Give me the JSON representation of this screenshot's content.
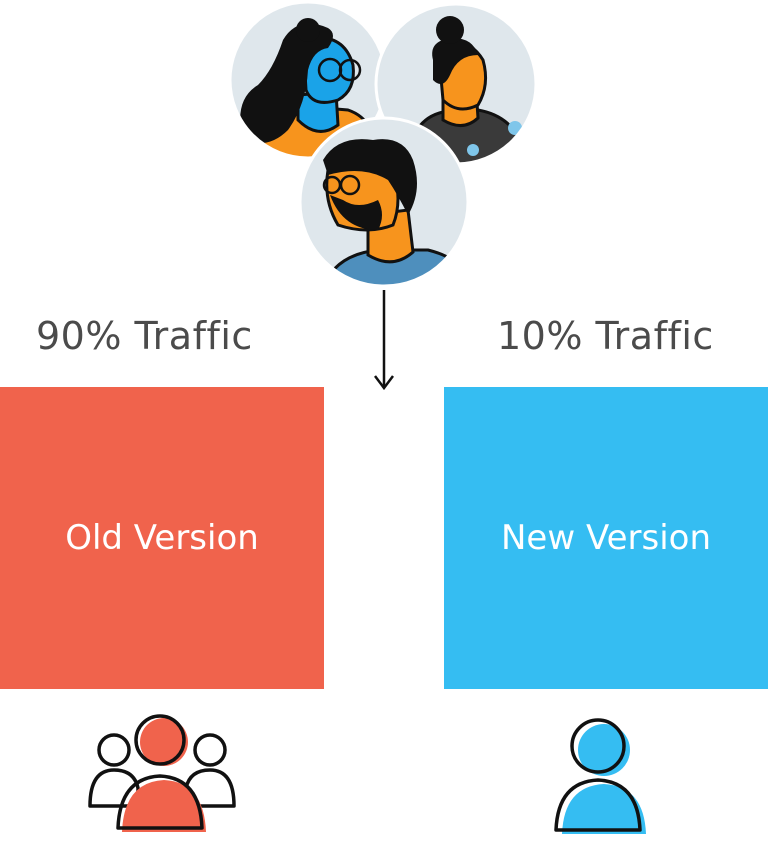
{
  "left": {
    "traffic_label": "90% Traffic",
    "box_label": "Old Version",
    "color": "#f0634c"
  },
  "right": {
    "traffic_label": "10% Traffic",
    "box_label": "New Version",
    "color": "#35bdf2"
  },
  "colors": {
    "text": "#4b4b4b",
    "avatar_bg": "#dfe7ec",
    "skin": "#f7941d",
    "ink": "#111111"
  },
  "icons": {
    "arrow": "arrow-down-icon",
    "left_users": "user-group-icon",
    "right_user": "single-user-icon"
  }
}
